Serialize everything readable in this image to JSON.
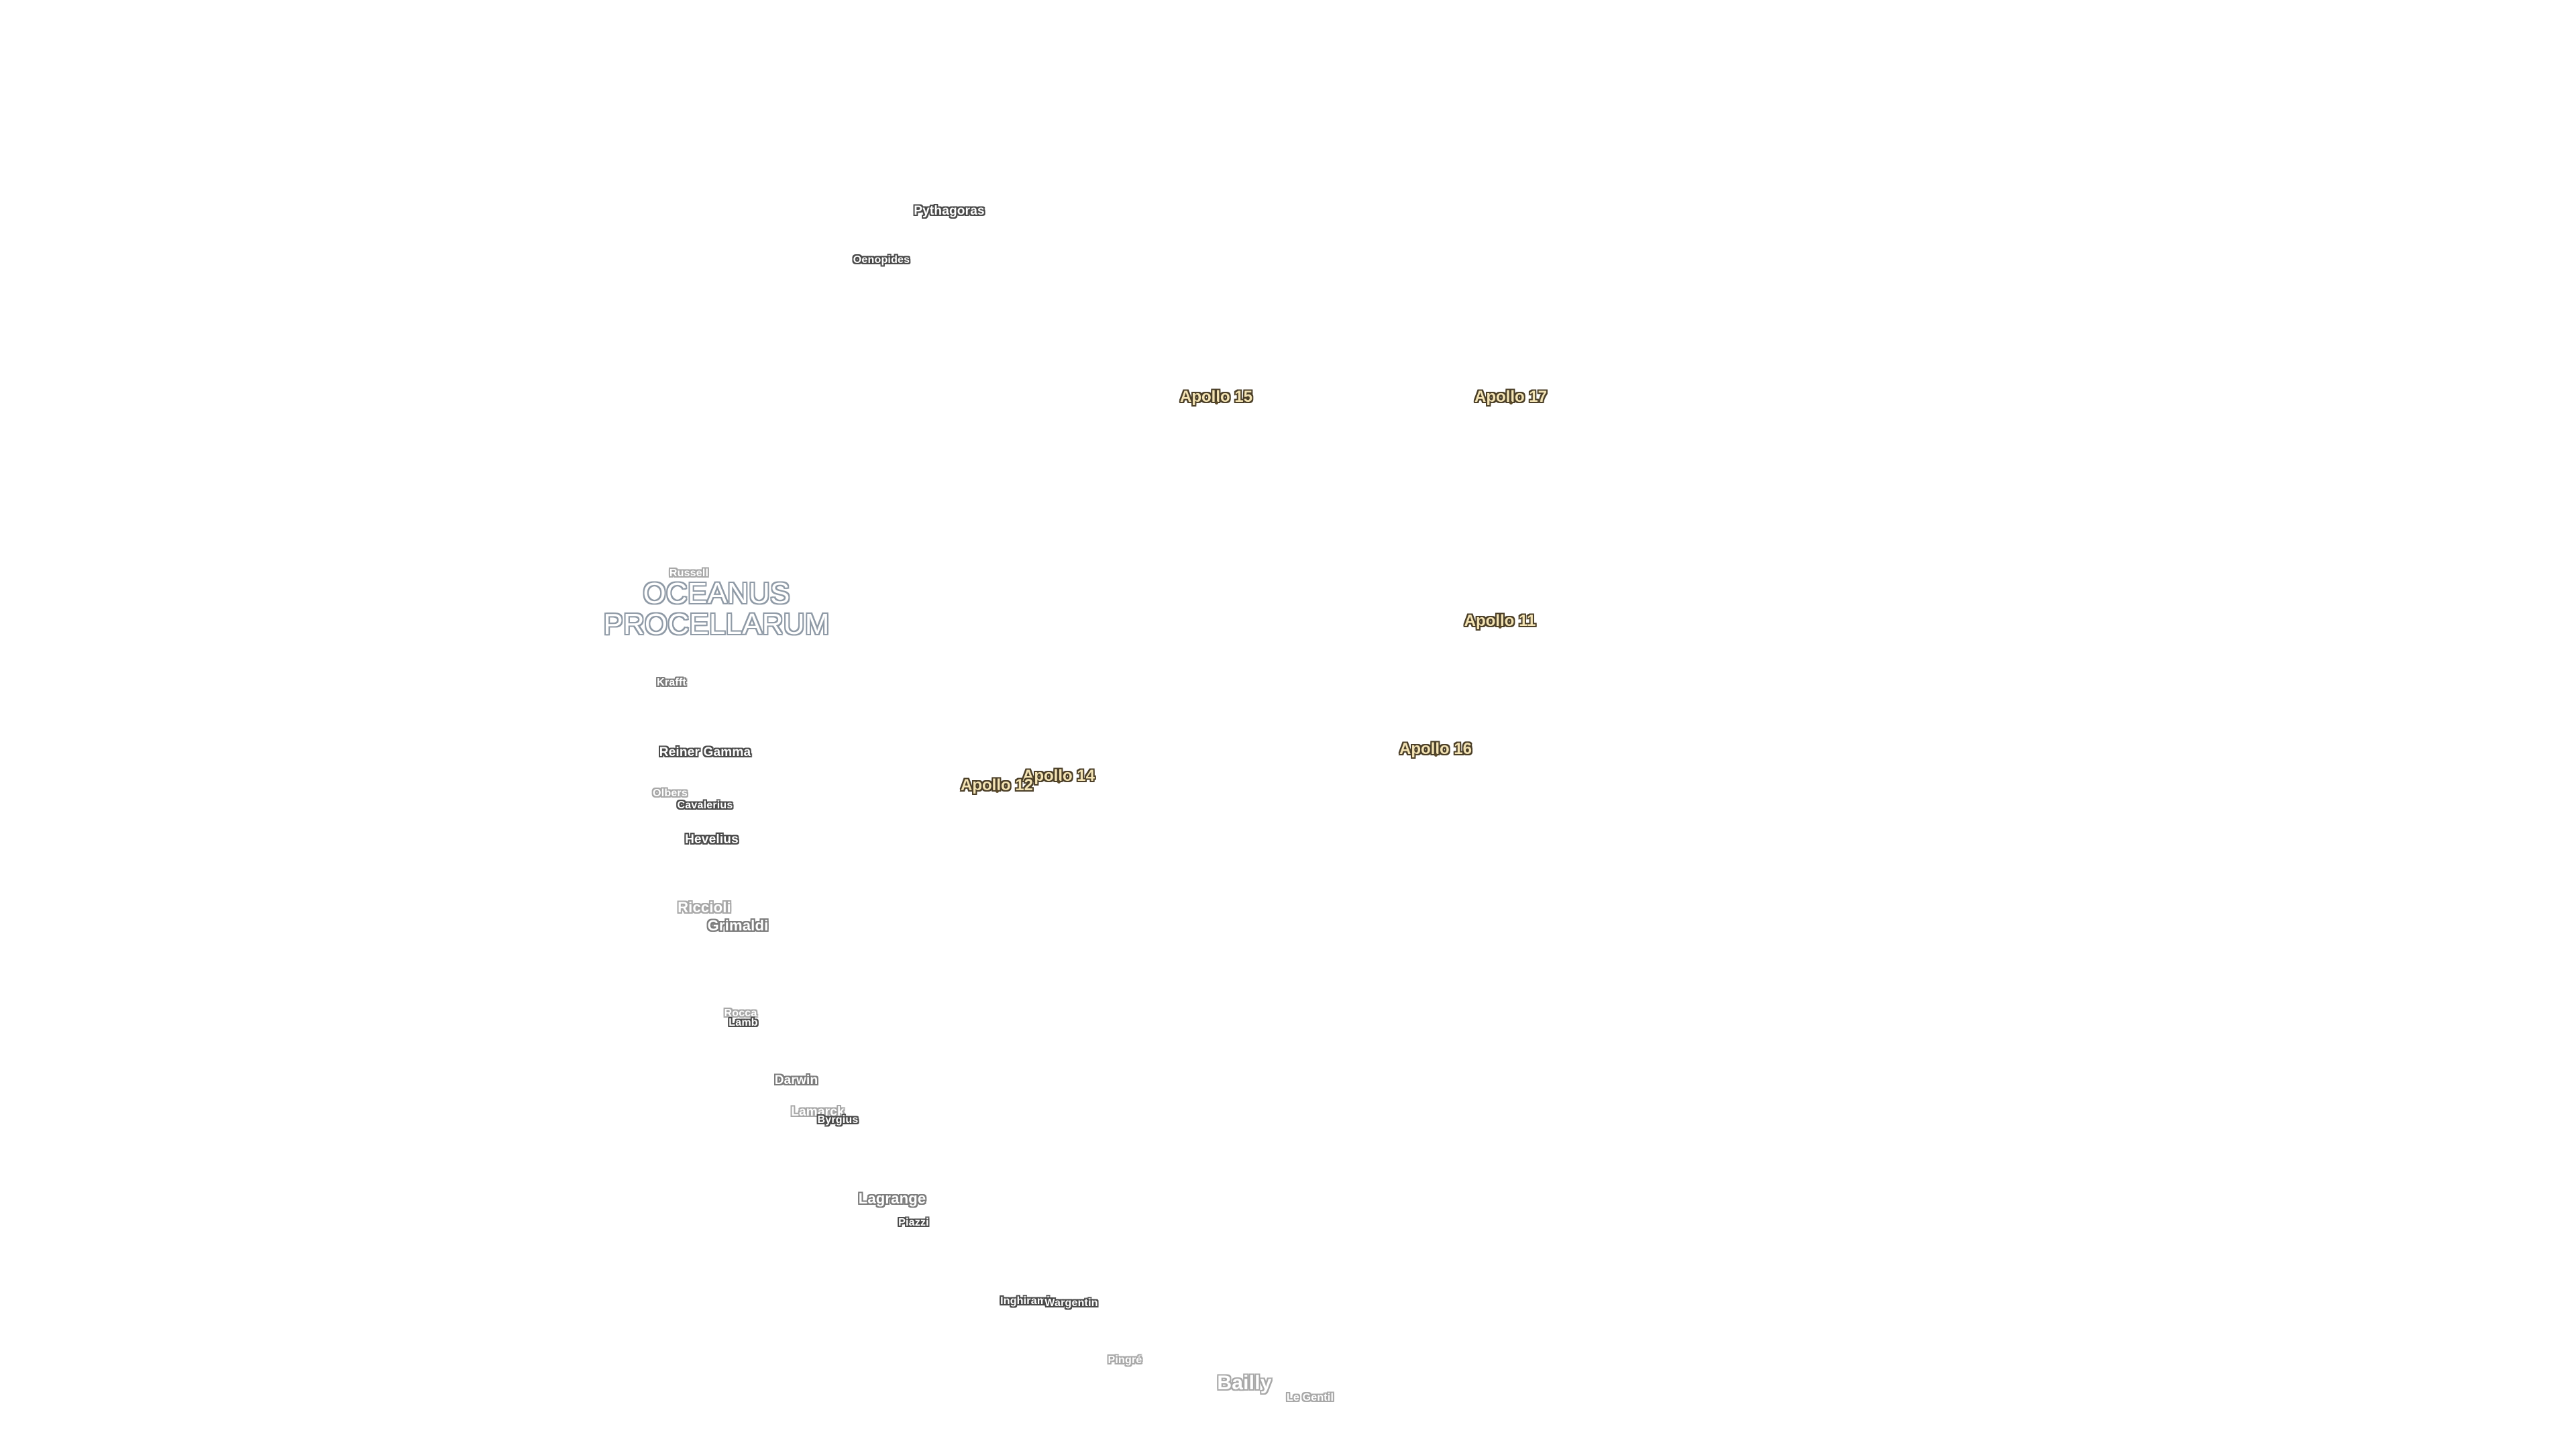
{
  "mare": {
    "line1": "OCEANUS",
    "line2": "PROCELLARUM"
  },
  "apollo_sites": [
    {
      "id": "apollo-15",
      "label": "Apollo 15"
    },
    {
      "id": "apollo-17",
      "label": "Apollo 17"
    },
    {
      "id": "apollo-11",
      "label": "Apollo 11"
    },
    {
      "id": "apollo-16",
      "label": "Apollo 16"
    },
    {
      "id": "apollo-14",
      "label": "Apollo 14"
    },
    {
      "id": "apollo-12",
      "label": "Apollo 12"
    }
  ],
  "craters": [
    {
      "id": "pythagoras",
      "label": "Pythagoras"
    },
    {
      "id": "oenopides",
      "label": "Oenopides"
    },
    {
      "id": "russell",
      "label": "Russell"
    },
    {
      "id": "krafft",
      "label": "Krafft"
    },
    {
      "id": "reiner-gamma",
      "label": "Reiner Gamma"
    },
    {
      "id": "olbers",
      "label": "Olbers"
    },
    {
      "id": "cavalerius",
      "label": "Cavalerius"
    },
    {
      "id": "hevelius",
      "label": "Hevelius"
    },
    {
      "id": "riccioli",
      "label": "Riccioli"
    },
    {
      "id": "grimaldi",
      "label": "Grimaldi"
    },
    {
      "id": "rocca",
      "label": "Rocca"
    },
    {
      "id": "lamb",
      "label": "Lamb"
    },
    {
      "id": "darwin",
      "label": "Darwin"
    },
    {
      "id": "lamarck",
      "label": "Lamarck"
    },
    {
      "id": "byrgius",
      "label": "Byrgius"
    },
    {
      "id": "lagrange",
      "label": "Lagrange"
    },
    {
      "id": "piazzi",
      "label": "Piazzi"
    },
    {
      "id": "inghirami",
      "label": "Inghirami"
    },
    {
      "id": "wargentin",
      "label": "Wargentin"
    },
    {
      "id": "pingre",
      "label": "Pingré"
    },
    {
      "id": "bailly",
      "label": "Bailly"
    },
    {
      "id": "le-gentil",
      "label": "Le Gentil"
    }
  ]
}
